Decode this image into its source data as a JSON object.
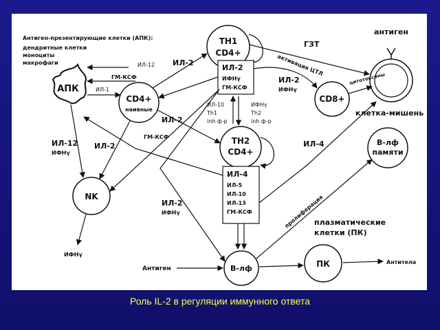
{
  "caption": "Роль IL-2 в регуляции иммунного ответа",
  "legend": {
    "title": "Антиген-презентирующие клетки (АПК):",
    "line1": "дендритные клетки",
    "line2": "моноциты",
    "line3": "макрофаги"
  },
  "nodes": {
    "apc": "АПК",
    "cd4_naive_1": "CD4+",
    "cd4_naive_2": "наивные",
    "th1_1": "TH1",
    "th1_2": "CD4+",
    "th2_1": "TH2",
    "th2_2": "CD4+",
    "nk": "NK",
    "cd8": "CD8+",
    "antigen_top": "антиген",
    "target_cell": "клетка-мишень",
    "memory_1": "В-лф",
    "memory_2": "памяти",
    "b_cell": "В-лф",
    "plasma": "ПК"
  },
  "boxes": {
    "th1_box": [
      "ИЛ-2",
      "ИФНγ",
      "ГМ-КСФ"
    ],
    "th2_box": [
      "ИЛ-4",
      "ИЛ-5",
      "ИЛ-10",
      "ИЛ-13",
      "ГМ-КСФ"
    ]
  },
  "labels": {
    "il12_top": "ИЛ-12",
    "gmcsf_top": "ГМ-КСФ",
    "il1": "ИЛ-1",
    "il2_th1": "ИЛ-2",
    "il2_mid": "ИЛ-2",
    "gmcsf_mid": "ГМ-КСФ",
    "il12_nk": "ИЛ-12",
    "ifn_nk": "ИФНγ",
    "il2_nk": "ИЛ-2",
    "il2_bottom": "ИЛ-2",
    "ifn_bottom": "ИФНγ",
    "ifn_out": "ИФНγ",
    "gzt": "ГЗТ",
    "ctl_activation": "активация ЦТЛ",
    "cytotoxins": "цитотоксины",
    "il2_cd8": "ИЛ-2",
    "ifn_cd8": "ИФНγ",
    "th1_inh_1": "ИЛ-10",
    "th1_inh_2": "Th1",
    "th1_inh_3": "inh ф-р",
    "th2_inh_1": "ИФНγ",
    "th2_inh_2": "Th2",
    "th2_inh_3": "inh ф-р",
    "il4": "ИЛ-4",
    "proliferation": "пролиферация",
    "plasma_title_1": "плазматические",
    "plasma_title_2": "клетки (ПК)",
    "antigen_bottom": "Антиген",
    "antibodies": "Антитела"
  }
}
